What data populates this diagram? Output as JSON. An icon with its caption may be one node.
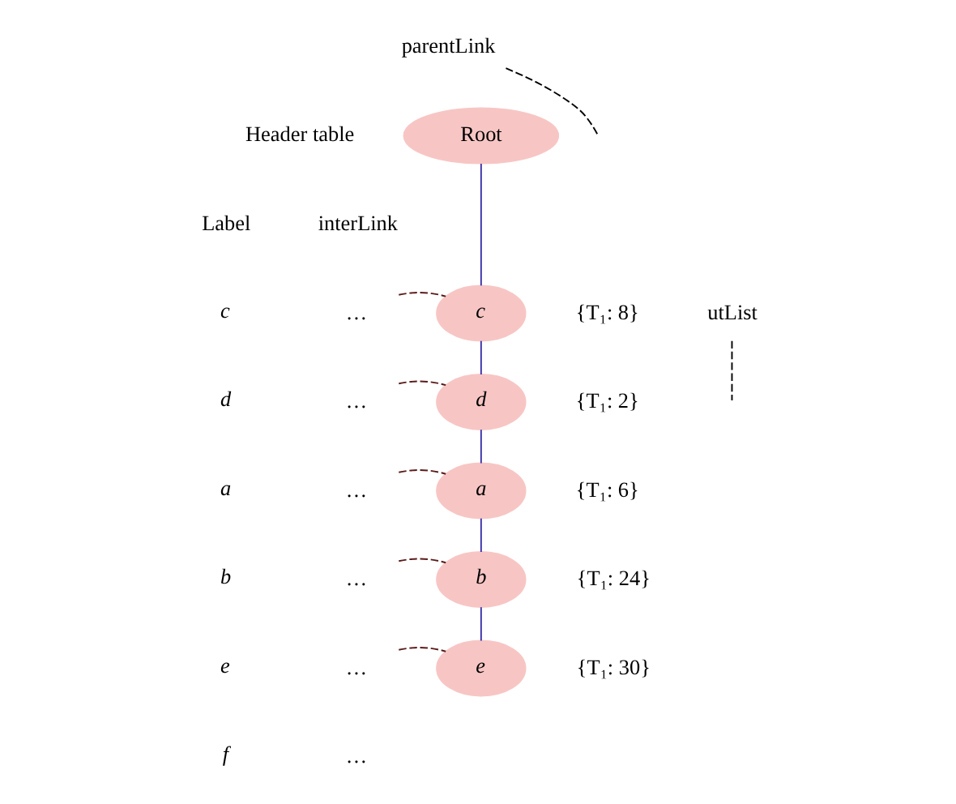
{
  "diagram": {
    "nodes": [
      {
        "text": [
          "parentLink"
        ]
      },
      {
        "text": [
          "Root"
        ]
      },
      {
        "text": [
          "c"
        ],
        "beside": [
          "{T₁: 8}"
        ]
      },
      {
        "text": [
          "utList"
        ]
      },
      {
        "text": [
          "d"
        ],
        "beside": [
          "{T₁: 2}"
        ]
      },
      {
        "text": [
          "a"
        ],
        "beside": [
          "{T₁: 6}"
        ]
      },
      {
        "text": [
          "b"
        ],
        "beside": [
          "{T₁: 24}"
        ]
      },
      {
        "text": [
          "e"
        ],
        "beside": [
          "{T₁: 30}"
        ]
      },
      {
        "text": [
          "…"
        ]
      },
      {
        "text": [
          "…"
        ]
      },
      {
        "text": [
          "…"
        ]
      },
      {
        "text": [
          "…"
        ]
      },
      {
        "text": [
          "…"
        ]
      },
      {
        "text": [
          "…"
        ]
      }
    ],
    "edges": [
      {
        "from": 1,
        "to": 2,
        "arrow": "none",
        "color": "#3a2fa8"
      },
      {
        "from": 2,
        "to": 4,
        "arrow": "none",
        "color": "#3a2fa8"
      },
      {
        "from": 4,
        "to": 5,
        "arrow": "none",
        "color": "#3a2fa8"
      },
      {
        "from": 5,
        "to": 6,
        "arrow": "none",
        "color": "#3a2fa8"
      },
      {
        "from": 6,
        "to": 7,
        "arrow": "none",
        "color": "#3a2fa8"
      },
      {
        "from": 8,
        "to": 2,
        "arrow": "none",
        "style": "dashed",
        "color": "#5a1a1a"
      },
      {
        "from": 9,
        "to": 4,
        "arrow": "none",
        "style": "dashed",
        "color": "#5a1a1a"
      },
      {
        "from": 10,
        "to": 5,
        "arrow": "none",
        "style": "dashed",
        "color": "#5a1a1a"
      },
      {
        "from": 11,
        "to": 6,
        "arrow": "none",
        "style": "dashed",
        "color": "#5a1a1a"
      },
      {
        "from": 12,
        "to": 7,
        "arrow": "none",
        "style": "dashed",
        "color": "#5a1a1a"
      },
      {
        "from": 0,
        "to": null,
        "arrow": "none",
        "style": "dashed",
        "color": "#000000"
      },
      {
        "from": 3,
        "to": null,
        "arrow": "none",
        "style": "dashed",
        "color": "#000000"
      }
    ],
    "labels": [
      "Header table",
      "Label",
      "interLink",
      "c",
      "d",
      "a",
      "b",
      "e",
      "f"
    ]
  }
}
